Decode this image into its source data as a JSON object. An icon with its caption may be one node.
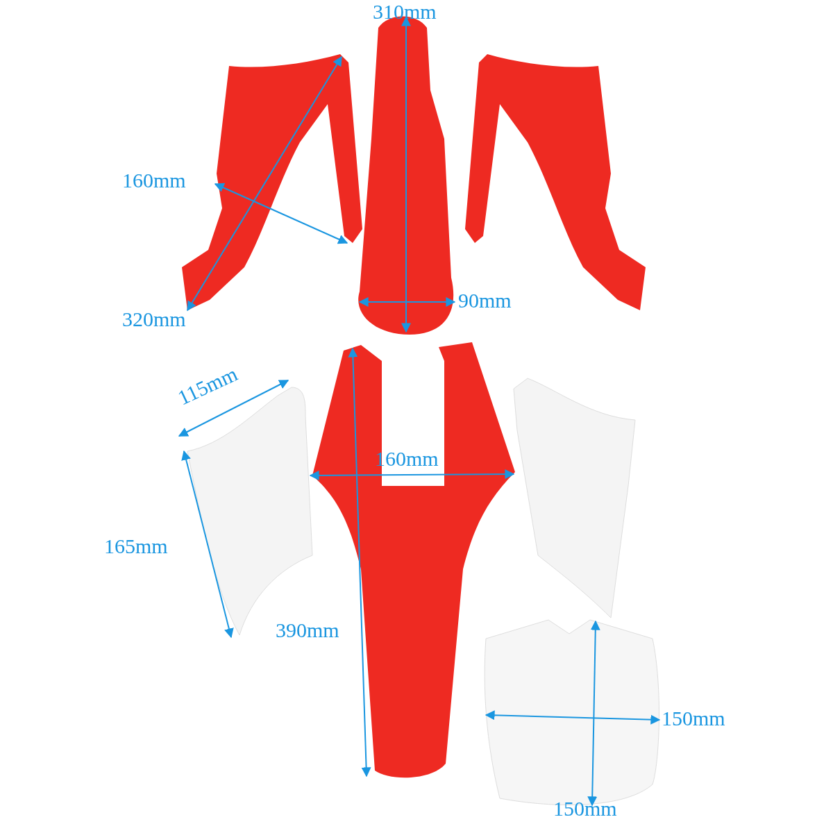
{
  "diagram": {
    "labels": [
      "310mm",
      "160mm",
      "320mm",
      "90mm",
      "115mm",
      "160mm",
      "165mm",
      "390mm",
      "150mm",
      "150mm"
    ]
  }
}
